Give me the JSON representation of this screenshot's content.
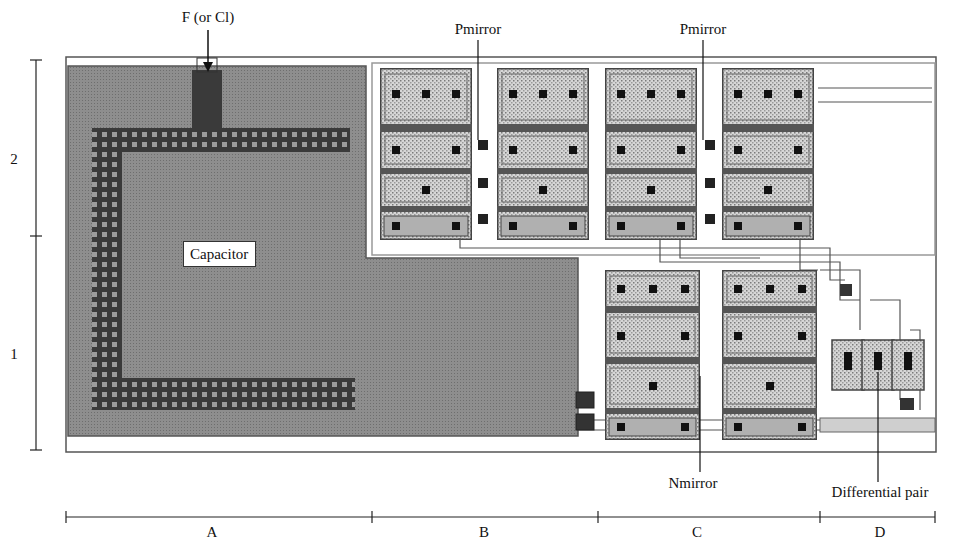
{
  "diagram": {
    "nodes": [
      {
        "text": [
          "Capacitor"
        ]
      }
    ],
    "labels": [
      "F (or Cl)",
      "Pmirror",
      "Pmirror",
      "2",
      "1",
      "Nmirror",
      "Differential pair",
      "A",
      "B",
      "C",
      "D"
    ]
  }
}
